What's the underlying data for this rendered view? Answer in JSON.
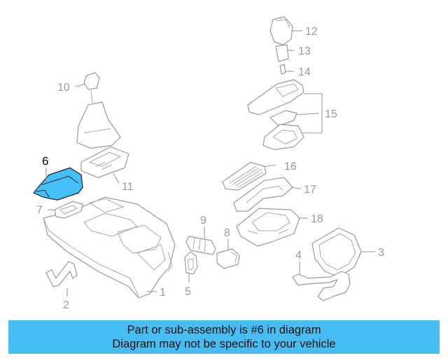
{
  "colors": {
    "highlight": "#44bff7",
    "banner": "#47bdf3",
    "line": "#9a9a9a",
    "highlight_label": "#000000"
  },
  "highlighted_part": "6",
  "callouts": [
    "1",
    "2",
    "3",
    "4",
    "5",
    "6",
    "7",
    "8",
    "9",
    "10",
    "11",
    "12",
    "13",
    "14",
    "15",
    "16",
    "17",
    "18"
  ],
  "banner": {
    "line1": "Part or sub-assembly is #6 in diagram",
    "line2": "Diagram may not be specific to your vehicle"
  }
}
